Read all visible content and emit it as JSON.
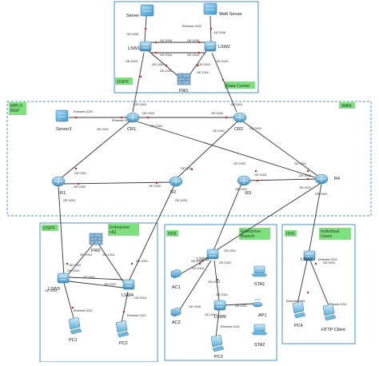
{
  "zones": {
    "data_center": {
      "ospf": "OSPF",
      "name": "Data Center"
    },
    "wan": {
      "mpls": "MPLS\nBGP",
      "name": "WAN"
    },
    "hq": {
      "ospf": "OSPF",
      "name": "Enterprise\nHQ"
    },
    "branch": {
      "isis": "ISIS",
      "name": "Enterprise\nBranch"
    },
    "users": {
      "isis": "ISIS",
      "name": "Individual\nUsers"
    }
  },
  "nodes": {
    "server": "Server",
    "web_server": "Web Server",
    "lsw1": "LSW1",
    "lsw2": "LSW2",
    "fw1": "FW1",
    "server3": "Server3",
    "cr1": "CR1",
    "cr2": "CR2",
    "r1": "R1",
    "r2": "R2",
    "r3": "R3",
    "r4": "R4",
    "fw2": "FW2",
    "lsw3": "LSW3",
    "lsw4": "LSW4",
    "pc1": "PC1",
    "pc2": "PC2",
    "lsw5": "LSW5",
    "ac1": "AC1",
    "ac2": "AC2",
    "lsw6": "LSW6",
    "pc3": "PC3",
    "sta1": "STA1",
    "sta2": "STA2",
    "ap1": "AP1",
    "lsw7": "LSW7",
    "pc4": "PC4",
    "http_client": "HTTP Client"
  },
  "ports": {
    "srv_eth": "Ethernet 0/0/0",
    "lsw1_srv": "GE 0/0/6",
    "web_eth": "Ethernet 0/0/0",
    "lsw2_web": "GE 0/0/6",
    "lsw1_a": "GE 0/0/5",
    "lsw2_a": "GE 0/0/5",
    "lsw1_b": "GE 0/0/4",
    "lsw2_b": "GE 0/0/4",
    "lsw1_up": "GE 0/0/3",
    "lsw2_up": "GE 0/0/3",
    "lsw1_fw": "GE 0/0/1",
    "lsw2_fw": "GE 0/0/2",
    "fw1_a": "GE 1/0/1",
    "fw1_b": "GE 1/0/2",
    "cr1_top": "GE 0/0/3",
    "cr2_top": "GE 0/0/3",
    "srv3_eth": "Ethernet 0/0/0",
    "cr1_srv3": "Ethernet 0/0/1",
    "cr1_cr2": "GE 0/0/0",
    "cr2_cr1": "GE 0/0/0",
    "cr1_r1": "GE 0/0/1",
    "cr1_r4": "GE 0/0/2",
    "cr2_r2": "GE 0/0/1",
    "cr2_r4": "GE 0/0/2",
    "r1_cr1": "GE 0/0/1",
    "r1_r2": "GE 0/0/0",
    "r1_down": "GE 0/0/2",
    "r2_r1": "GE 0/0/0",
    "r2_cr2": "GE 0/0/1",
    "r2_down": "GE 0/0/2",
    "r3_cr1": "GE 0/0/2",
    "r3_r4": "GE 0/0/0",
    "r3_r2": "GE 0/0/1",
    "r4_r3": "GE 0/0/0",
    "r4_cr2": "GE 0/0/1",
    "r4_a": "GE 0/0/2",
    "r4_b": "GE 0/0/2",
    "fw2_a": "GE 1/0/4",
    "fw2_b": "GE 1/0/4",
    "lsw3_a": "GE 0/0/2",
    "lsw3_b": "GE 0/0/3",
    "lsw3_c": "GE 0/0/4",
    "lsw3_pc": "GE 0/0/1",
    "lsw4_a": "GE 0/0/1",
    "lsw4_pc": "GE 0/0/2",
    "lsw4_c": "GE 0/0/4",
    "pc1_eth": "Ethernet 0/0/1",
    "pc2_eth": "Ethernet 0/0/1",
    "lsw5_a": "GE 0/0/4",
    "lsw5_b": "GE 0/0/5",
    "lsw5_c": "GE 0/0/2",
    "lsw5_d": "GE 0/0/1",
    "lsw5_e": "GE 0/0/3",
    "ac2_port": "GE 0/0/6",
    "lsw6_a": "GE 0/0/1",
    "lsw6_pc": "GE 0/0/4",
    "lsw6_ap": "GE 0/0/1",
    "pc3_eth": "Ethernet 0/0/1",
    "lsw7_up": "GE 0/0/1",
    "lsw7_a": "Ethernet 0/0/1",
    "lsw7_b": "GE 0/0/2",
    "pc4_eth": "Ethernet 0/0/1",
    "http_eth": "Ethernet 0/0/1"
  }
}
